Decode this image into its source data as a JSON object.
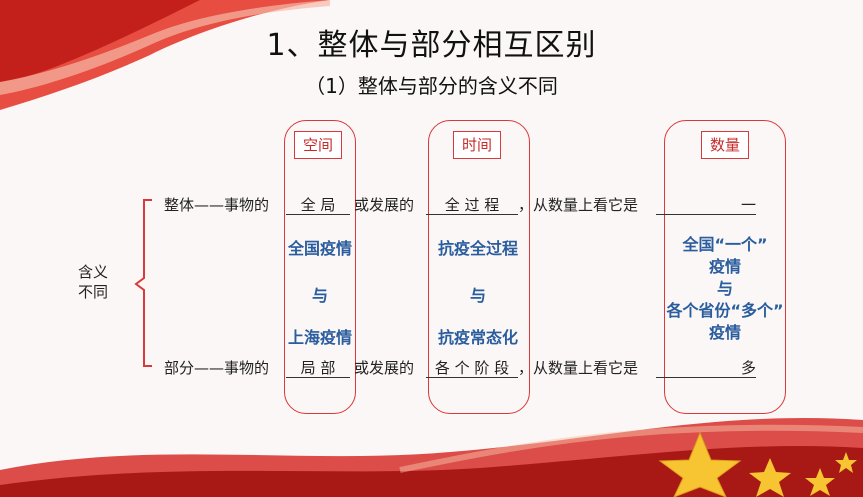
{
  "title": "1、整体与部分相互区别",
  "subtitle": "（1）整体与部分的含义不同",
  "left_label": [
    "含义",
    "不同"
  ],
  "tags": {
    "space": "空间",
    "time": "时间",
    "quantity": "数量"
  },
  "row_whole": {
    "prefix": "整体——事物的",
    "blank1": "全 局",
    "mid": "或发展的",
    "blank2": "全 过 程",
    "tail": "，从数量上看它是",
    "blank3": "一"
  },
  "row_part": {
    "prefix": "部分——事物的",
    "blank1": "局 部",
    "mid": "或发展的",
    "blank2": "各 个 阶 段",
    "tail": "，从数量上看它是",
    "blank3": "多"
  },
  "examples": {
    "space": [
      "全国疫情",
      "与",
      "上海疫情"
    ],
    "time": [
      "抗疫全过程",
      "与",
      "抗疫常态化"
    ],
    "quantity": [
      "全国“一个”",
      "疫情",
      "与",
      "各个省份“多个”",
      "疫情"
    ]
  },
  "colors": {
    "accent_red": "#d9393a",
    "example_blue": "#2a5d9e"
  }
}
